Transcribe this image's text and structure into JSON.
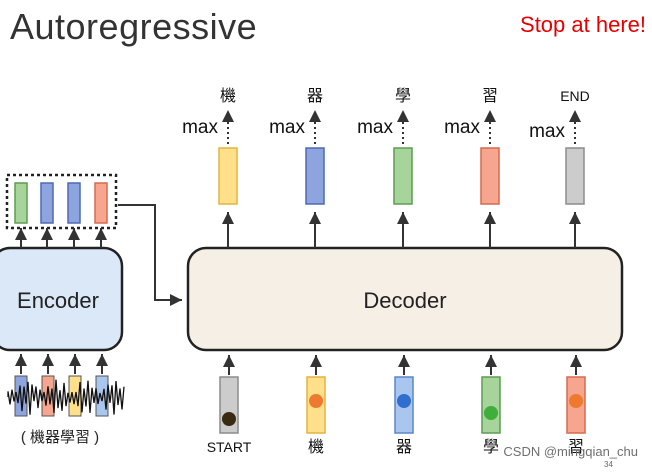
{
  "slide": {
    "title": "Autoregressive",
    "stop_note": "Stop at here!",
    "watermark": "CSDN @mingqian_chu",
    "page_number": "34"
  },
  "encoder": {
    "label": "Encoder",
    "input_caption": "( 機器學習 )"
  },
  "decoder": {
    "label": "Decoder",
    "outputs": [
      {
        "label": "max",
        "token": "機",
        "color": "#ffe08a",
        "stroke": "#e3b341"
      },
      {
        "label": "max",
        "token": "器",
        "color": "#8ea4de",
        "stroke": "#4f69b5"
      },
      {
        "label": "max",
        "token": "學",
        "color": "#a7d49b",
        "stroke": "#5e9c52"
      },
      {
        "label": "max",
        "token": "習",
        "color": "#f6a58e",
        "stroke": "#d66a4f"
      },
      {
        "label": "max",
        "token": "END",
        "color": "#cccccc",
        "stroke": "#8c8c8c"
      }
    ],
    "inputs": [
      {
        "token": "START",
        "color": "#cccccc",
        "stroke": "#8c8c8c",
        "dot": "#3a2a12"
      },
      {
        "token": "機",
        "color": "#ffe08a",
        "stroke": "#e3b341",
        "dot": "#ed7a2f"
      },
      {
        "token": "器",
        "color": "#a9c6ee",
        "stroke": "#5c86c9",
        "dot": "#2f6fd0"
      },
      {
        "token": "學",
        "color": "#a7d49b",
        "stroke": "#5e9c52",
        "dot": "#3fae3a"
      },
      {
        "token": "習",
        "color": "#f6a58e",
        "stroke": "#d66a4f",
        "dot": "#ed7a2f"
      }
    ]
  },
  "encoder_outputs": [
    {
      "color": "#a7d49b",
      "stroke": "#5e9c52"
    },
    {
      "color": "#8ea4de",
      "stroke": "#4f69b5"
    },
    {
      "color": "#8ea4de",
      "stroke": "#4f69b5"
    },
    {
      "color": "#f6a58e",
      "stroke": "#d66a4f"
    }
  ],
  "encoder_inputs": [
    {
      "color": "#8ea4de"
    },
    {
      "color": "#f6a58e"
    },
    {
      "color": "#ffe08a"
    },
    {
      "color": "#a9c6ee"
    }
  ]
}
